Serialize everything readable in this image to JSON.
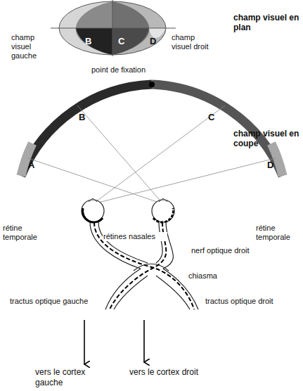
{
  "diagram": {
    "labels": [
      "champ visuel en plan",
      "champ visuel gauche",
      "B",
      "C",
      "D",
      "champ visuel droit",
      "point de fixation",
      "B",
      "C",
      "A",
      "D",
      "champ visuel en coupe",
      "rétine temporale",
      "rétine temporale",
      "rétines nasales",
      "nerf optique droit",
      "chiasma",
      "tractus optique gauche",
      "tractus optique droit",
      "vers le cortex gauche",
      "vers le cortex droit"
    ]
  }
}
